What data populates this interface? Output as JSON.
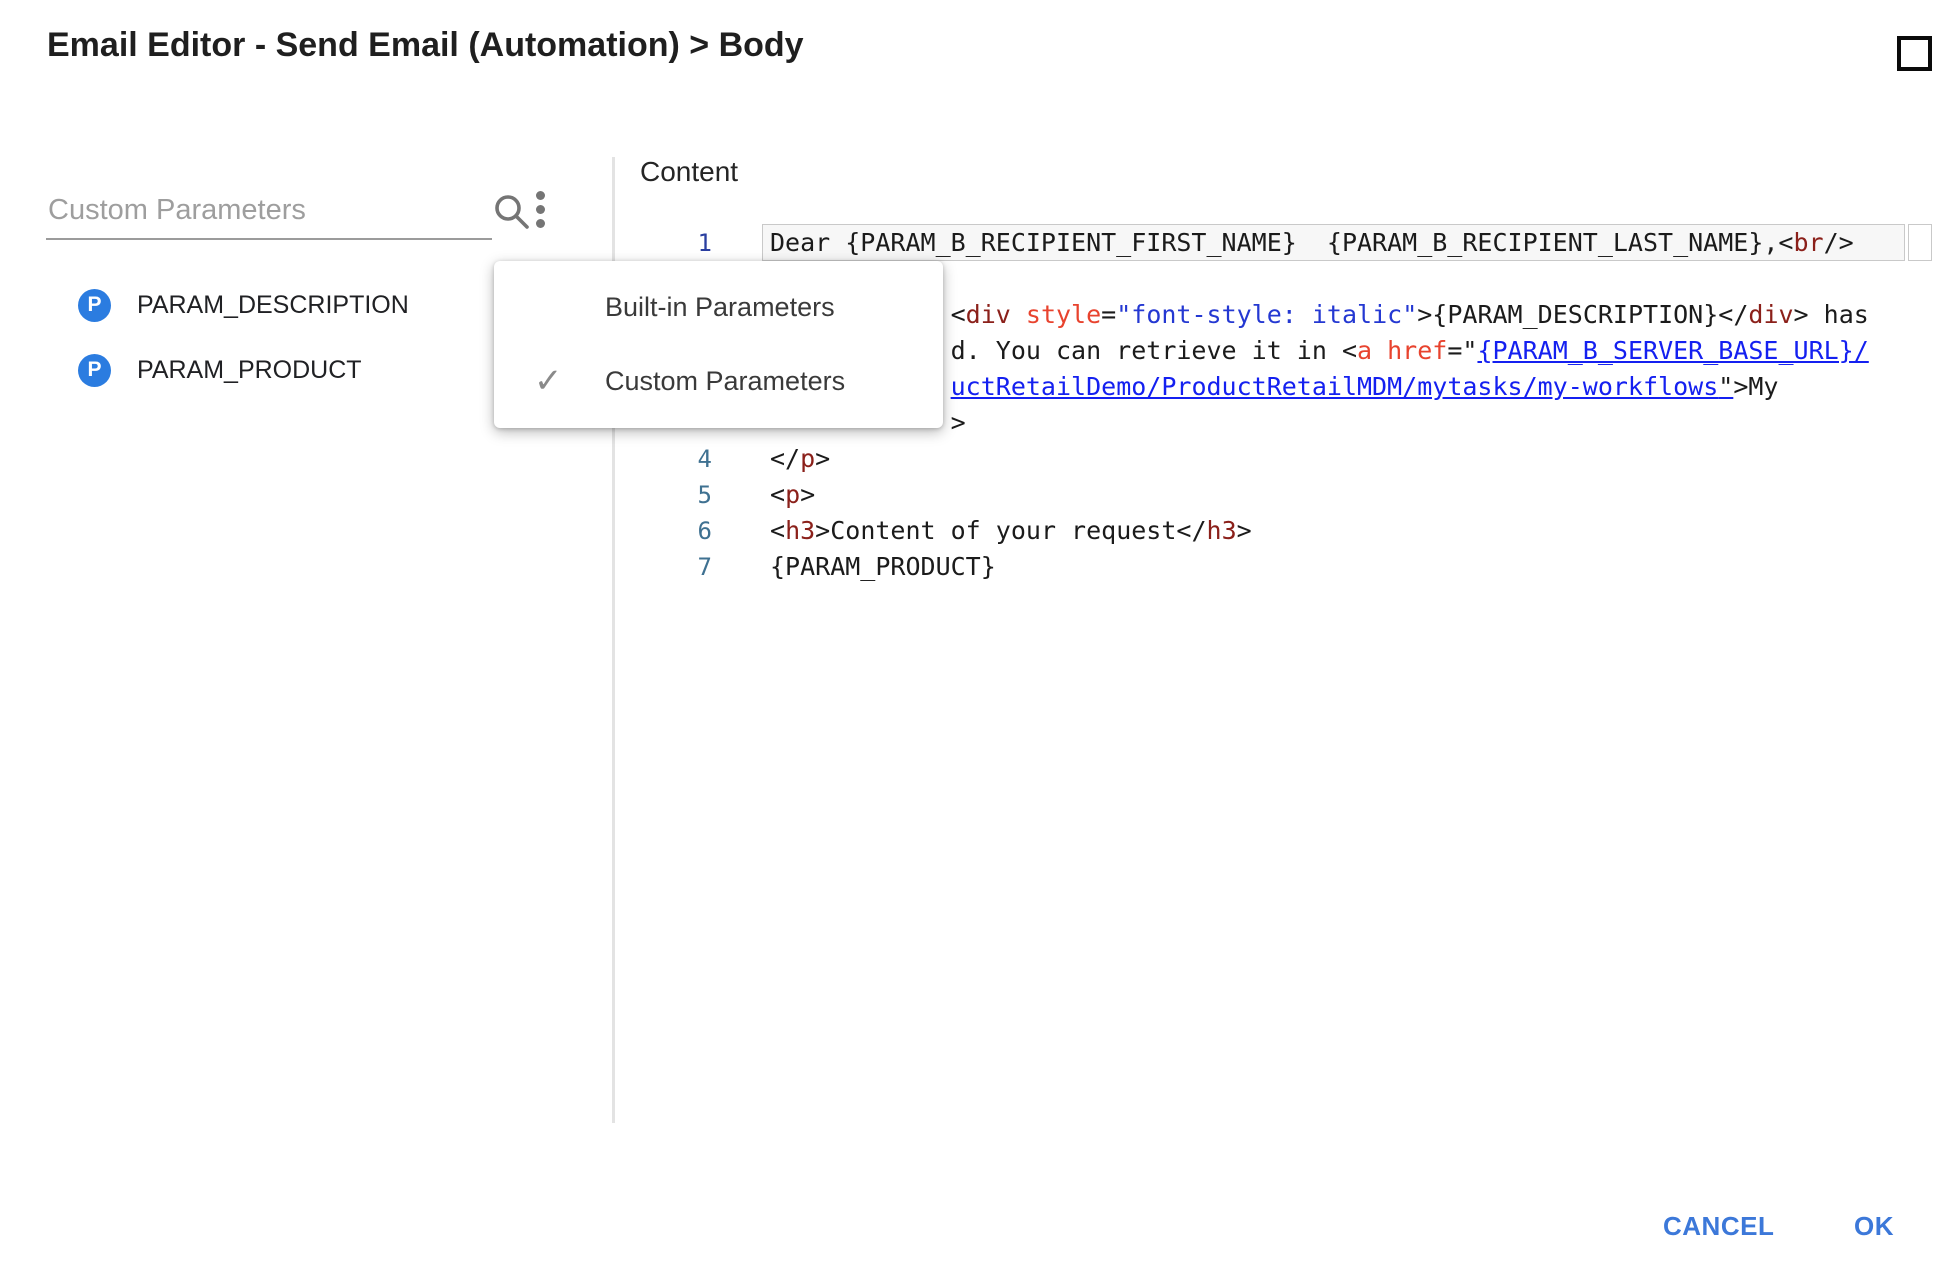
{
  "dialog": {
    "title": "Email Editor - Send Email (Automation) > Body",
    "maximize_icon": "square-outline"
  },
  "sidebar": {
    "search": {
      "placeholder": "Custom Parameters",
      "value": ""
    },
    "search_icon": "magnifier",
    "overflow_icon": "kebab-vertical",
    "parameters": [
      {
        "badge": "P",
        "name": "PARAM_DESCRIPTION"
      },
      {
        "badge": "P",
        "name": "PARAM_PRODUCT"
      }
    ]
  },
  "dropdown_menu": {
    "check_icon": "checkmark",
    "items": [
      {
        "label": "Built-in Parameters",
        "checked": false
      },
      {
        "label": "Custom Parameters",
        "checked": true
      }
    ]
  },
  "editor": {
    "label": "Content",
    "rows": [
      {
        "num": "1",
        "active": true,
        "segments": [
          [
            "p",
            "Dear {PARAM_B_RECIPIENT_FIRST_NAME}  {PARAM_B_RECIPIENT_LAST_NAME},<"
          ],
          [
            "t",
            "br"
          ],
          [
            "p",
            "/>"
          ]
        ]
      },
      {
        "num": "",
        "active": false,
        "segments": []
      },
      {
        "num": "",
        "active": false,
        "segments": [
          [
            "p",
            "            <"
          ],
          [
            "t",
            "div"
          ],
          [
            "p",
            " "
          ],
          [
            "a",
            "style"
          ],
          [
            "p",
            "="
          ],
          [
            "s",
            "\"font-style: italic\""
          ],
          [
            "p",
            ">{PARAM_DESCRIPTION}</"
          ],
          [
            "t",
            "div"
          ],
          [
            "p",
            "> has"
          ]
        ]
      },
      {
        "num": "",
        "active": false,
        "segments": [
          [
            "p",
            "            d. You can retrieve it in <"
          ],
          [
            "a",
            "a"
          ],
          [
            "p",
            " "
          ],
          [
            "a",
            "href"
          ],
          [
            "p",
            "=\""
          ],
          [
            "l",
            "{PARAM_B_SERVER_BASE_URL}/"
          ]
        ]
      },
      {
        "num": "",
        "active": false,
        "segments": [
          [
            "p",
            "            "
          ],
          [
            "l",
            "uctRetailDemo/ProductRetailMDM/mytasks/my-workflows"
          ],
          [
            "q",
            "\""
          ],
          [
            "p",
            ">My"
          ]
        ]
      },
      {
        "num": "",
        "active": false,
        "segments": [
          [
            "p",
            "            >"
          ]
        ]
      },
      {
        "num": "4",
        "active": false,
        "segments": [
          [
            "p",
            "</"
          ],
          [
            "t",
            "p"
          ],
          [
            "p",
            ">"
          ]
        ]
      },
      {
        "num": "5",
        "active": false,
        "segments": [
          [
            "p",
            "<"
          ],
          [
            "t",
            "p"
          ],
          [
            "p",
            ">"
          ]
        ]
      },
      {
        "num": "6",
        "active": false,
        "segments": [
          [
            "p",
            "<"
          ],
          [
            "t",
            "h3"
          ],
          [
            "p",
            ">Content of your request</"
          ],
          [
            "t",
            "h3"
          ],
          [
            "p",
            ">"
          ]
        ]
      },
      {
        "num": "7",
        "active": false,
        "segments": [
          [
            "p",
            "{PARAM_PRODUCT}"
          ]
        ]
      }
    ]
  },
  "footer": {
    "cancel": "CANCEL",
    "ok": "OK"
  },
  "colors": {
    "accent_blue": "#3c78d9",
    "badge_blue": "#2b7ce0",
    "code_tag": "#8b201a",
    "code_attribute": "#e8432e",
    "code_string": "#2438d2",
    "code_link": "#1420f0",
    "line_number": "#3f7191",
    "active_line_number": "#2a3fa0"
  }
}
